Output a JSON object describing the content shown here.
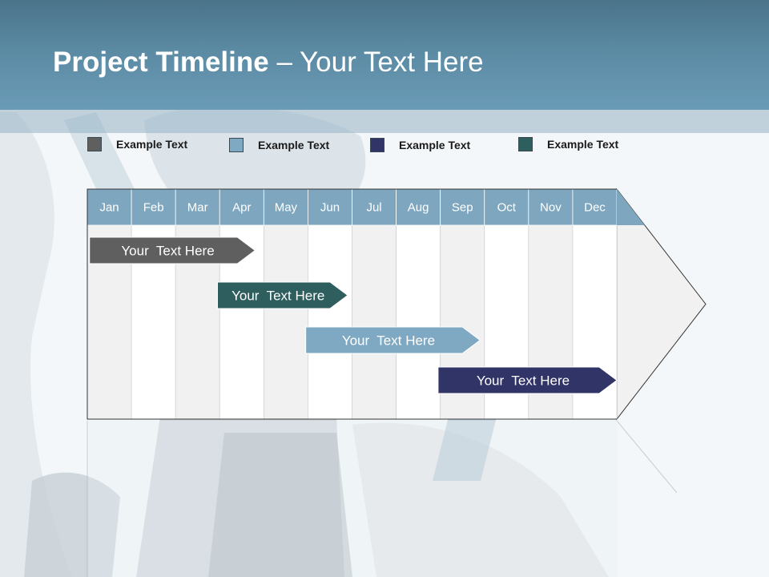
{
  "slide": {
    "title_bold": "Project Timeline",
    "title_rest": " – Your Text Here"
  },
  "legend": [
    {
      "label": "Example Text",
      "color": "#5f5f5f"
    },
    {
      "label": "Example Text",
      "color": "#7fa9c3"
    },
    {
      "label": "Example Text",
      "color": "#303466"
    },
    {
      "label": "Example Text",
      "color": "#2e5e5e"
    }
  ],
  "chart_data": {
    "type": "gantt",
    "months": [
      "Jan",
      "Feb",
      "Mar",
      "Apr",
      "May",
      "Jun",
      "Jul",
      "Aug",
      "Sep",
      "Oct",
      "Nov",
      "Dec"
    ],
    "tasks": [
      {
        "label": "Your  Text Here",
        "start_month": 0.05,
        "end_month": 3.8,
        "color": "#5f5f5f"
      },
      {
        "label": "Your  Text Here",
        "start_month": 2.95,
        "end_month": 5.9,
        "color": "#2e5e5e"
      },
      {
        "label": "Your  Text Here",
        "start_month": 4.95,
        "end_month": 8.9,
        "color": "#7fa9c3"
      },
      {
        "label": "Your  Text Here",
        "start_month": 7.95,
        "end_month": 12.0,
        "color": "#303466"
      }
    ]
  },
  "colors": {
    "header": "#5b8aa3",
    "month_header": "#7ea7bf"
  }
}
